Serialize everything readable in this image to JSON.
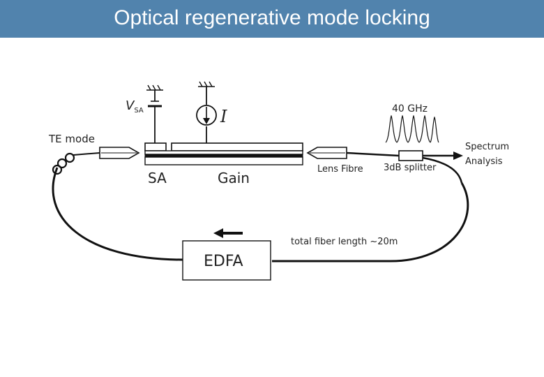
{
  "header": {
    "title": "Optical regenerative mode locking"
  },
  "diagram": {
    "te_mode": "TE mode",
    "vsa_main": "V",
    "vsa_sub": "SA",
    "current": "I",
    "sa": "SA",
    "gain": "Gain",
    "lens_fibre": "Lens Fibre",
    "splitter": "3dB splitter",
    "frequency": "40 GHz",
    "spectrum_line1": "Spectrum",
    "spectrum_line2": "Analysis",
    "fiber_length": "total fiber length ~20m",
    "edfa": "EDFA"
  },
  "colors": {
    "title_bar": "#5183ad",
    "title_text": "#ffffff",
    "lines": "#111111"
  },
  "icons": [
    "ground-icon",
    "current-source-icon",
    "pulse-train-icon",
    "arrow-left-icon",
    "arrow-right-icon",
    "fiber-coil-icon"
  ]
}
